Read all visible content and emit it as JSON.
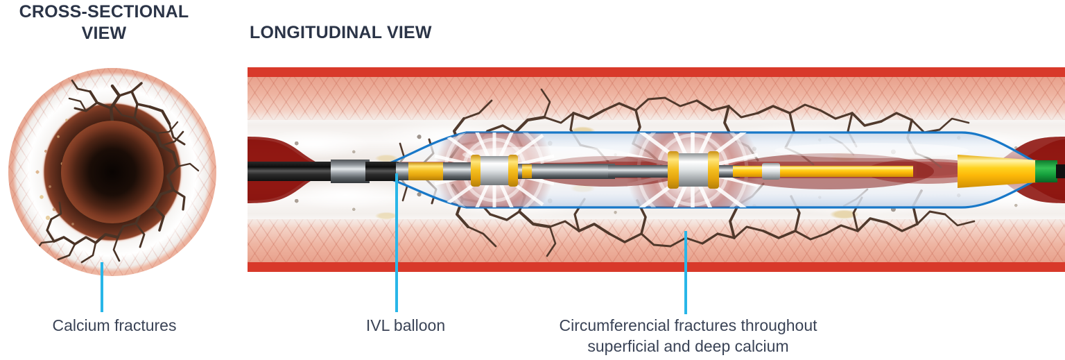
{
  "headings": {
    "cross_sectional": "CROSS-SECTIONAL\nVIEW",
    "longitudinal": "LONGITUDINAL VIEW"
  },
  "captions": {
    "calcium_fractures": "Calcium fractures",
    "ivl_balloon": "IVL balloon",
    "circumferential": "Circumferencial fractures throughout\nsuperficial and deep calcium"
  },
  "colors": {
    "heading_navy": "#2b3447",
    "caption_navy": "#3a4356",
    "pointer_cyan": "#29b6e8",
    "vessel_outer_red": "#d8392a",
    "vessel_media_pink": "#e8a18c",
    "calcium_white": "#fbf9f8",
    "fracture_brown": "#4a3326",
    "lumen_dark_red": "#8c1410",
    "balloon_outline_blue": "#1878c8",
    "emitter_gold": "#f2c230",
    "emitter_silver": "#d9dcde",
    "catheter_black": "#1c1c1c",
    "distal_tip_yellow": "#ffd21e",
    "distal_tip_green": "#15a03c",
    "shockwave_red": "#9e2a25"
  },
  "anatomy": {
    "cross_section": {
      "layers": [
        "adventitia",
        "media",
        "calcified-plaque",
        "lumen"
      ],
      "label": "cross-sectional artery with fractured circumferential calcium"
    },
    "longitudinal": {
      "layers": [
        "adventitia",
        "media",
        "calcified-plaque",
        "lumen",
        "ivl-balloon",
        "catheter-shaft"
      ],
      "emitter_count": 2,
      "label": "longitudinal artery with inflated IVL balloon and shockwave emitters"
    }
  }
}
